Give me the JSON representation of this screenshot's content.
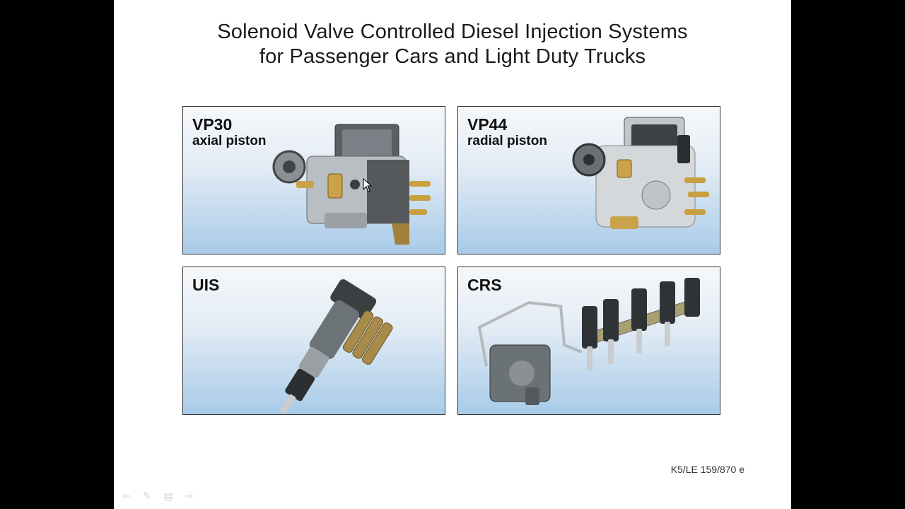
{
  "slide": {
    "title_line1": "Solenoid Valve Controlled Diesel Injection Systems",
    "title_line2": "for Passenger Cars and Light Duty Trucks",
    "reference": "K5/LE 159/870 e"
  },
  "panels": [
    {
      "name": "VP30",
      "subtitle": "axial piston"
    },
    {
      "name": "VP44",
      "subtitle": "radial piston"
    },
    {
      "name": "UIS",
      "subtitle": ""
    },
    {
      "name": "CRS",
      "subtitle": ""
    }
  ],
  "icons": {
    "nav_prev": "arrow-left-icon",
    "nav_pen": "pen-icon",
    "nav_menu": "menu-icon",
    "nav_next": "arrow-right-icon",
    "cursor": "mouse-pointer-icon"
  },
  "colors": {
    "background": "#000000",
    "slide": "#ffffff",
    "panel_gradient_top": "#f6f8fa",
    "panel_gradient_bottom": "#a8cbe8"
  }
}
